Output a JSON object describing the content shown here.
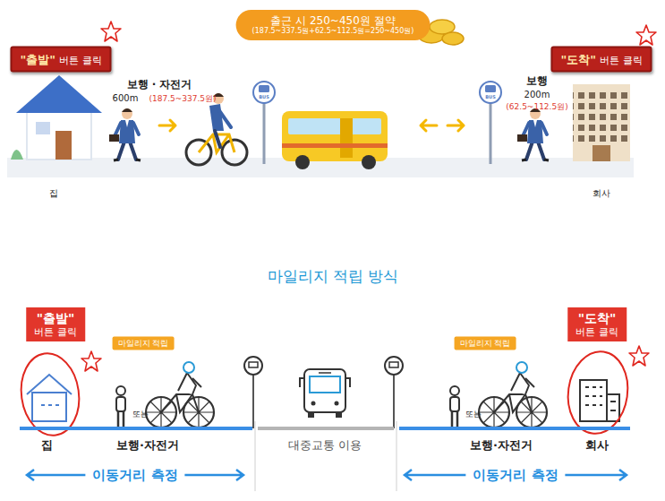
{
  "diagram": {
    "title": "마일리지 적립 방식",
    "nodes": [
      {
        "text": [
          "\"출발\"",
          "버튼 클릭"
        ]
      },
      {
        "text": [
          "출근 시 250~450원 절약",
          "(187.5~337.5원+62.5~112.5원=250~450원)"
        ]
      },
      {
        "text": [
          "\"도착\"",
          "버튼 클릭"
        ]
      },
      {
        "text": [
          "\"출발\"",
          "버튼 클릭"
        ]
      },
      {
        "text": [
          "\"도착\"",
          "버튼 클릭"
        ]
      },
      {
        "text": [
          "마일리지 적립"
        ]
      },
      {
        "text": [
          "마일리지 적립"
        ]
      }
    ],
    "labels": [
      "보행 · 자전거",
      "600m",
      "(187.5~337.5원)",
      "BUS",
      "BUS",
      "보행",
      "200m",
      "(62.5~112.5원)",
      "집",
      "회사",
      "또는",
      "또는",
      "집",
      "보행·자전거",
      "대중교통 이용",
      "보행·자전거",
      "회사",
      "이동거리 측정",
      "이동거리 측정"
    ]
  }
}
